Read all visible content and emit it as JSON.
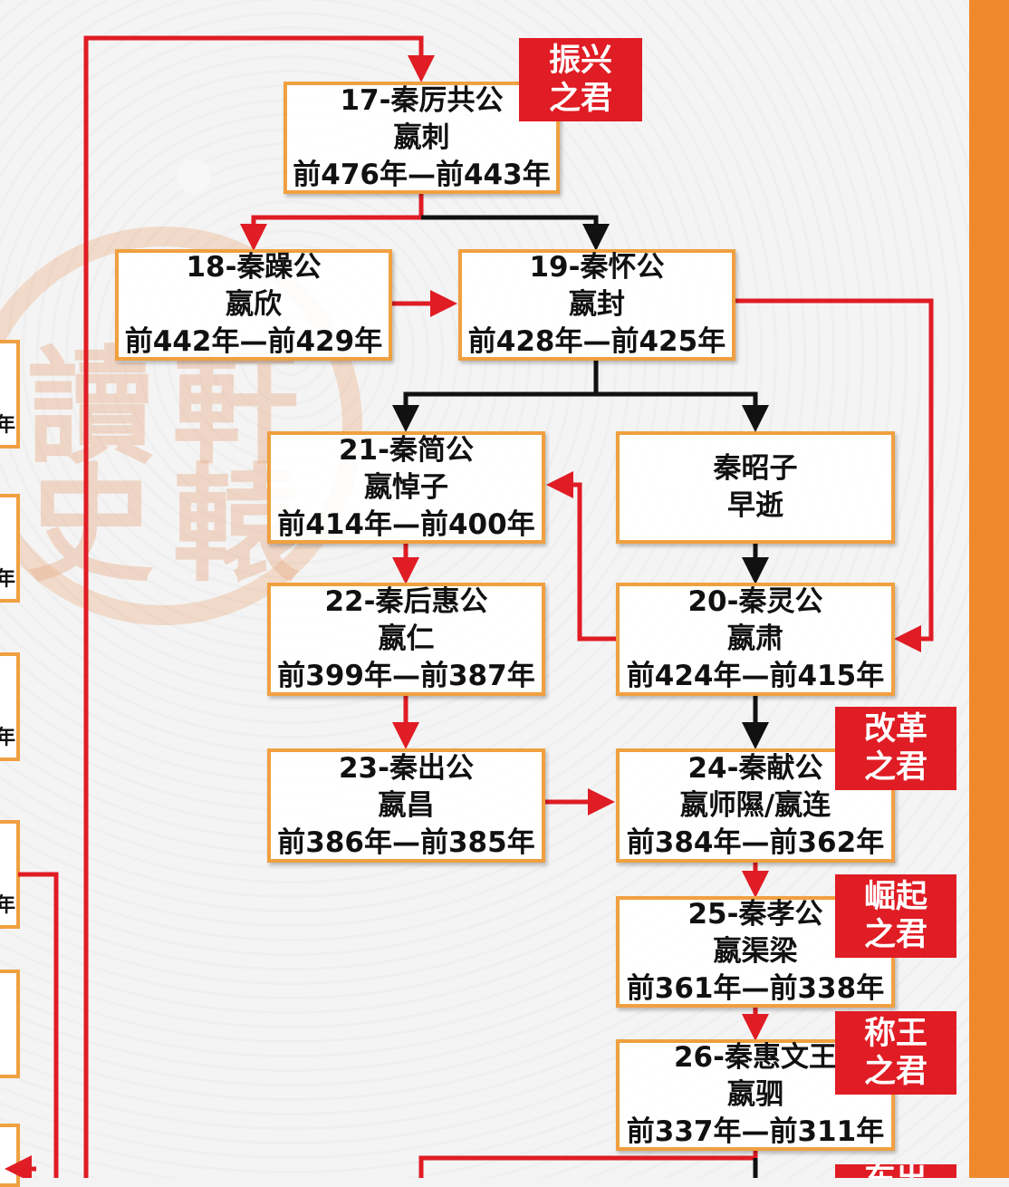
{
  "watermark": {
    "chars": [
      "讀",
      "軒",
      "史",
      "轅"
    ]
  },
  "rulers": [
    {
      "id": "r17",
      "title": "17-秦厉共公",
      "name": "嬴刺",
      "years": "前476年—前443年"
    },
    {
      "id": "r18",
      "title": "18-秦躁公",
      "name": "嬴欣",
      "years": "前442年—前429年"
    },
    {
      "id": "r19",
      "title": "19-秦怀公",
      "name": "嬴封",
      "years": "前428年—前425年"
    },
    {
      "id": "r21",
      "title": "21-秦简公",
      "name": "嬴悼子",
      "years": "前414年—前400年"
    },
    {
      "id": "zhaozi",
      "title": "秦昭子",
      "name": "早逝",
      "years": ""
    },
    {
      "id": "r22",
      "title": "22-秦后惠公",
      "name": "嬴仁",
      "years": "前399年—前387年"
    },
    {
      "id": "r20",
      "title": "20-秦灵公",
      "name": "嬴肃",
      "years": "前424年—前415年"
    },
    {
      "id": "r23",
      "title": "23-秦出公",
      "name": "嬴昌",
      "years": "前386年—前385年"
    },
    {
      "id": "r24",
      "title": "24-秦献公",
      "name": "嬴师隰/嬴连",
      "years": "前384年—前362年"
    },
    {
      "id": "r25",
      "title": "25-秦孝公",
      "name": "嬴渠梁",
      "years": "前361年—前338年"
    },
    {
      "id": "r26",
      "title": "26-秦惠文王",
      "name": "嬴驷",
      "years": "前337年—前311年"
    }
  ],
  "tags": [
    {
      "id": "t17",
      "line1": "振兴",
      "line2": "之君"
    },
    {
      "id": "t24",
      "line1": "改革",
      "line2": "之君"
    },
    {
      "id": "t25",
      "line1": "崛起",
      "line2": "之君"
    },
    {
      "id": "t26",
      "line1": "称王",
      "line2": "之君"
    },
    {
      "id": "t27",
      "line1": "东出",
      "line2": ""
    }
  ],
  "side_boxes": [
    {
      "id": "s1",
      "char": "年"
    },
    {
      "id": "s2",
      "char": "年"
    },
    {
      "id": "s3",
      "char": "年"
    },
    {
      "id": "s4",
      "char": "年"
    },
    {
      "id": "s5",
      "char": ""
    },
    {
      "id": "s6",
      "char": ""
    }
  ],
  "colors": {
    "red_arrow": "#e01c24",
    "black_arrow": "#111111",
    "box_border": "#f0a040",
    "band": "#ee8a2c"
  }
}
